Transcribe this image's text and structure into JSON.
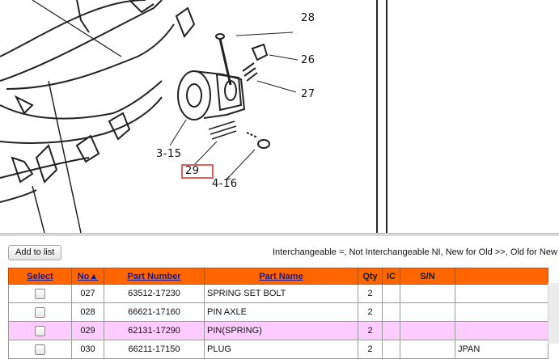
{
  "diagram": {
    "callouts": [
      "28",
      "26",
      "27",
      "3-15",
      "29",
      "4-16"
    ],
    "highlighted_callout": "29"
  },
  "toolbar": {
    "add_to_list_label": "Add to list",
    "legend_text": "Interchangeable =, Not Interchangeable NI, New for Old >>, Old for New <<"
  },
  "table": {
    "headers": {
      "select": "Select",
      "no": "No▲",
      "part_number": "Part Number",
      "part_name": "Part Name",
      "qty": "Qty",
      "ic": "IC",
      "sn": "S/N",
      "extra": ""
    },
    "rows": [
      {
        "no": "027",
        "part_number": "63512-17230",
        "part_name": "SPRING SET BOLT",
        "qty": "2",
        "ic": "",
        "sn": "",
        "extra": "",
        "highlighted": false
      },
      {
        "no": "028",
        "part_number": "66621-17160",
        "part_name": "PIN AXLE",
        "qty": "2",
        "ic": "",
        "sn": "",
        "extra": "",
        "highlighted": false
      },
      {
        "no": "029",
        "part_number": "62131-17290",
        "part_name": "PIN(SPRING)",
        "qty": "2",
        "ic": "",
        "sn": "",
        "extra": "",
        "highlighted": true
      },
      {
        "no": "030",
        "part_number": "66211-17150",
        "part_name": "PLUG",
        "qty": "2",
        "ic": "",
        "sn": "",
        "extra": "JPAN",
        "highlighted": false
      }
    ]
  },
  "colors": {
    "header_bg": "#ff6600",
    "highlight_row": "#ffccff",
    "callout_box": "#e06060"
  }
}
